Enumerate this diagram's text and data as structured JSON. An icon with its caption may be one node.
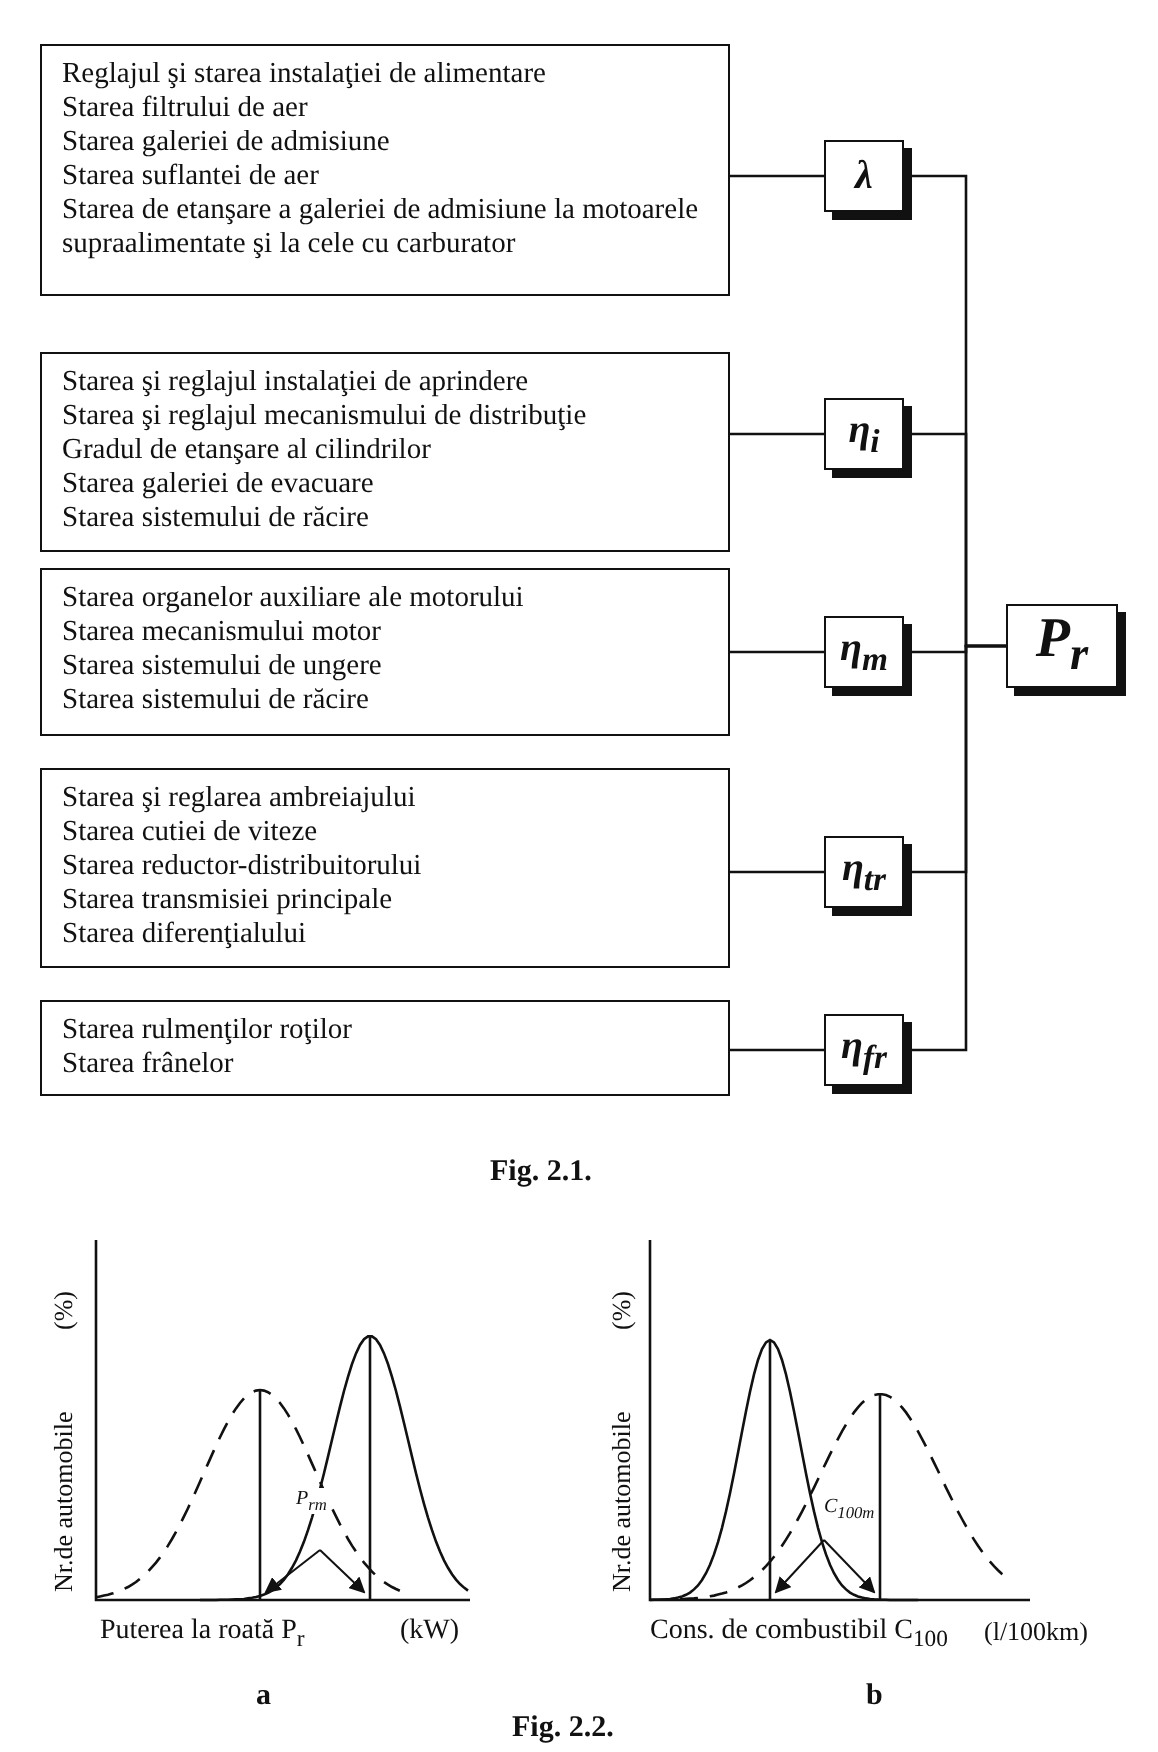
{
  "diagram": {
    "nodes": [
      {
        "text": [
          "Reglajul şi starea instalaţiei de alimentare",
          "Starea filtrului de aer",
          "Starea galeriei de admisiune",
          "Starea suflantei de aer",
          "Starea de etanşare a galeriei de admisiune la motoarele supraalimentate şi la cele cu carburator"
        ]
      },
      {
        "text": [
          "Starea şi reglajul instalaţiei de aprindere",
          "Starea şi reglajul mecanismului de distribuţie",
          "Gradul de etanşare al cilindrilor",
          "Starea galeriei de evacuare",
          "Starea sistemului de răcire"
        ]
      },
      {
        "text": [
          "Starea organelor auxiliare ale motorului",
          "Starea mecanismului motor",
          "Starea sistemului de ungere",
          "Starea sistemului de răcire"
        ]
      },
      {
        "text": [
          "Starea şi reglarea ambreiajului",
          "Starea cutiei de viteze",
          "Starea reductor-distribuitorului",
          "Starea transmisiei principale",
          "Starea diferenţialului"
        ]
      },
      {
        "text": [
          "Starea rulmenţilor roţilor",
          "Starea frânelor"
        ]
      },
      {
        "text": [
          "λ"
        ]
      },
      {
        "text": [
          "η$_{i}$"
        ]
      },
      {
        "text": [
          "η$_{m}$"
        ]
      },
      {
        "text": [
          "η$_{tr}$"
        ]
      },
      {
        "text": [
          "η$_{fr}$"
        ]
      },
      {
        "text": [
          "P$_{r}$"
        ]
      }
    ],
    "edges": [
      {
        "from": 0,
        "to": 5,
        "arrow": "none"
      },
      {
        "from": 1,
        "to": 6,
        "arrow": "none"
      },
      {
        "from": 2,
        "to": 7,
        "arrow": "none"
      },
      {
        "from": 3,
        "to": 8,
        "arrow": "none"
      },
      {
        "from": 4,
        "to": 9,
        "arrow": "none"
      },
      {
        "from": 5,
        "to": 10,
        "arrow": "none"
      },
      {
        "from": 6,
        "to": 10,
        "arrow": "none"
      },
      {
        "from": 7,
        "to": 10,
        "arrow": "none"
      },
      {
        "from": 8,
        "to": 10,
        "arrow": "none"
      },
      {
        "from": 9,
        "to": 10,
        "arrow": "none"
      }
    ],
    "labels": [
      "Fig. 2.1.",
      "(%)",
      "Nr.de automobile",
      "P$_{rm}$",
      "Puterea la roată P$_{r}$",
      "(kW)",
      "a",
      "(%)",
      "Nr.de automobile",
      "C$_{100m}$",
      "Cons. de combustibil C$_{100}$",
      "(l/100km)",
      "b",
      "Fig. 2.2."
    ]
  }
}
